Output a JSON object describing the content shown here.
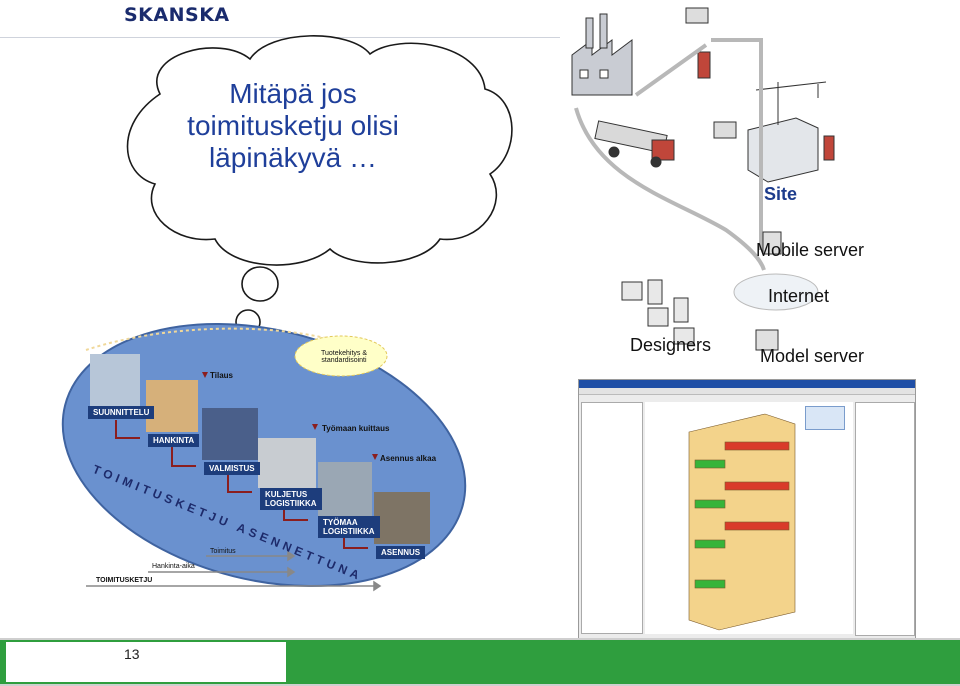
{
  "header": {
    "logo": "SKANSKA"
  },
  "thought": {
    "line1": "Mitäpä jos",
    "line2": "toimitusketju olisi",
    "line3": "läpinäkyvä …"
  },
  "network": {
    "site": "Site",
    "mobile_server": "Mobile server",
    "internet": "Internet",
    "designers": "Designers",
    "model_server": "Model server"
  },
  "supply_chain": {
    "stages": [
      "SUUNNITTELU",
      "HANKINTA",
      "VALMISTUS",
      "KULJETUS\nLOGISTIIKKA",
      "TYÖMAA\nLOGISTIIKKA",
      "ASENNUS"
    ],
    "markers": [
      "Tilaus",
      "Työmaan kuittaus",
      "Asennus alkaa"
    ],
    "bubble": "Tuotekehitys & standardisointi",
    "vertical_text": "TOIMITUSKETJU ASENNETTUNA",
    "arrows": [
      "Toimitus",
      "Hankinta-aika",
      "TOIMITUSKETJU"
    ]
  },
  "footer": {
    "page_number": "13"
  },
  "colors": {
    "brand": "#1a2b6d",
    "title": "#1f3f9a",
    "footer_green": "#2f9e3e",
    "oval": "#5b84c4"
  }
}
